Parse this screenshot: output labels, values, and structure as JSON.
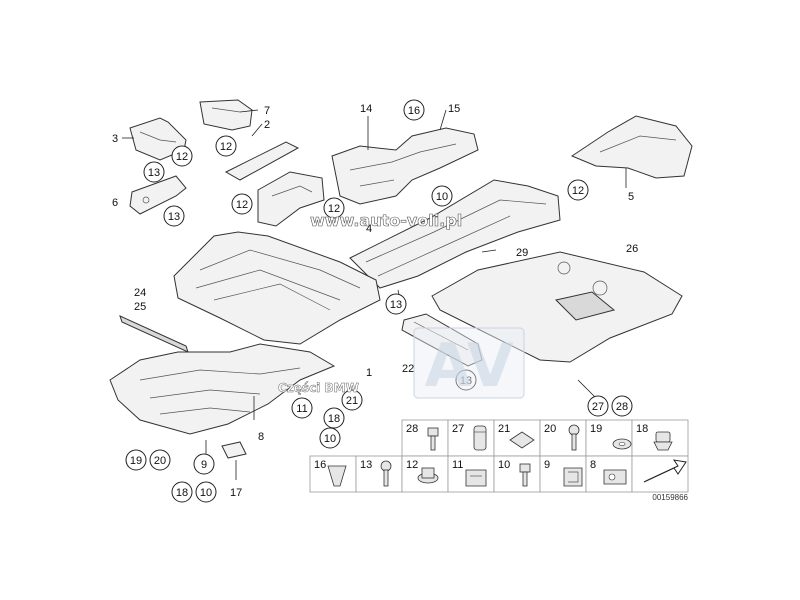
{
  "watermarks": {
    "site": "www.auto-voli.pl",
    "shop": "Części BMW",
    "logo_letters": "AV"
  },
  "plain_labels": [
    "7",
    "2",
    "3",
    "14",
    "15",
    "6",
    "4",
    "26",
    "5",
    "24",
    "25",
    "29",
    "1",
    "22",
    "8",
    "17"
  ],
  "circled_labels": [
    "16",
    "12",
    "13",
    "12",
    "13",
    "12",
    "12",
    "10",
    "12",
    "13",
    "13",
    "11",
    "21",
    "18",
    "10",
    "19",
    "20",
    "9",
    "18",
    "10",
    "27",
    "28"
  ],
  "hardware_grid": {
    "row1": [
      "28",
      "27",
      "21",
      "20",
      "19",
      "18"
    ],
    "row2": [
      "16",
      "13",
      "12",
      "11",
      "10",
      "9",
      "8"
    ]
  },
  "reference_code": "00159866"
}
